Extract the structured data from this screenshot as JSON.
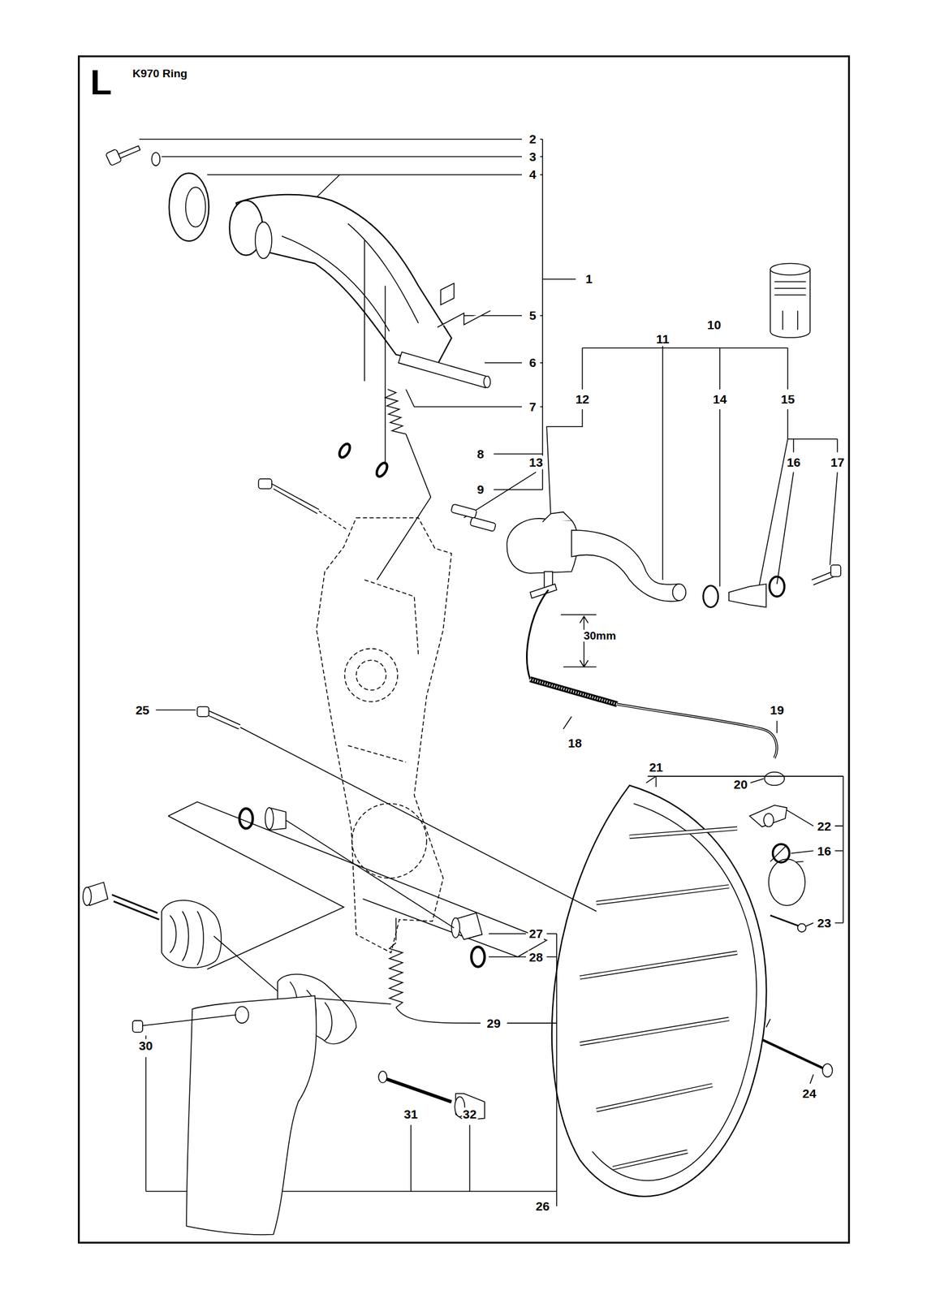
{
  "diagram": {
    "title": "K970 Ring",
    "labels": [
      "L",
      "2",
      "3",
      "4",
      "1",
      "5",
      "6",
      "7",
      "11",
      "10",
      "12",
      "14",
      "15",
      "8",
      "13",
      "16",
      "17",
      "9",
      "30mm",
      "25",
      "19",
      "18",
      "21",
      "20",
      "22",
      "16",
      "23",
      "27",
      "28",
      "29",
      "30",
      "24",
      "31",
      "32",
      "26"
    ]
  }
}
